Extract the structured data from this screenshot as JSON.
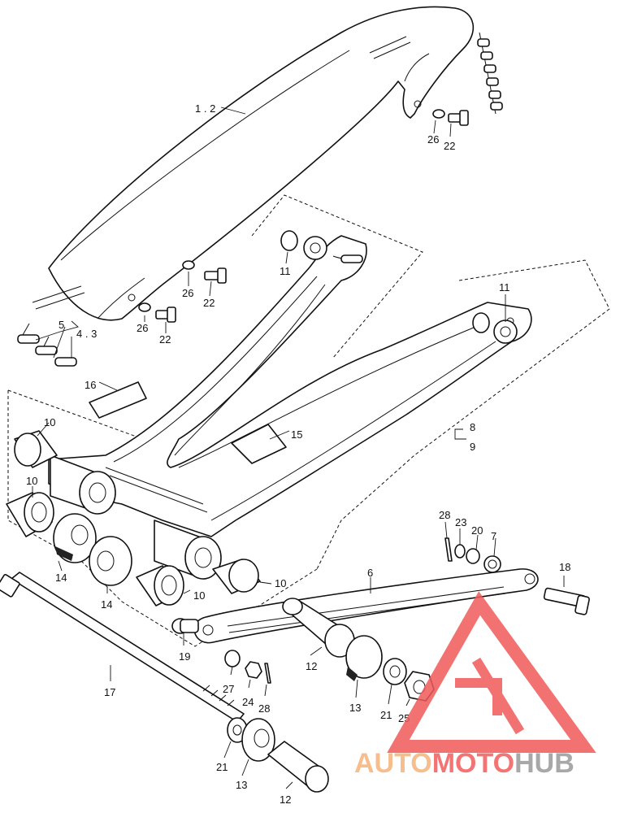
{
  "callouts": {
    "p1_2": "1 . 2",
    "p26a": "26",
    "p22a": "22",
    "p26b": "26",
    "p22b": "22",
    "p26c": "26",
    "p22c": "22",
    "p11a": "11",
    "p11b": "11",
    "p5": "5",
    "p4_3": "4 . 3",
    "p16": "16",
    "p15": "15",
    "p8": "8",
    "p9": "9",
    "p10a": "10",
    "p10b": "10",
    "p10c": "10",
    "p10d": "10",
    "p14a": "14",
    "p14b": "14",
    "p28a": "28",
    "p23": "23",
    "p20": "20",
    "p7": "7",
    "p6": "6",
    "p18": "18",
    "p19": "19",
    "p12a": "12",
    "p27": "27",
    "p24": "24",
    "p28b": "28",
    "p17": "17",
    "p13a": "13",
    "p21a": "21",
    "p25": "25",
    "p21b": "21",
    "p13b": "13",
    "p12b": "12"
  },
  "watermark": {
    "word_a": "AUTO",
    "word_b": "MOTO",
    "word_c": "HUB",
    "color_a": "#f5b27a",
    "color_b": "#f25c5c",
    "color_c": "#9a9a9a",
    "mark_color": "#f05a5a"
  }
}
